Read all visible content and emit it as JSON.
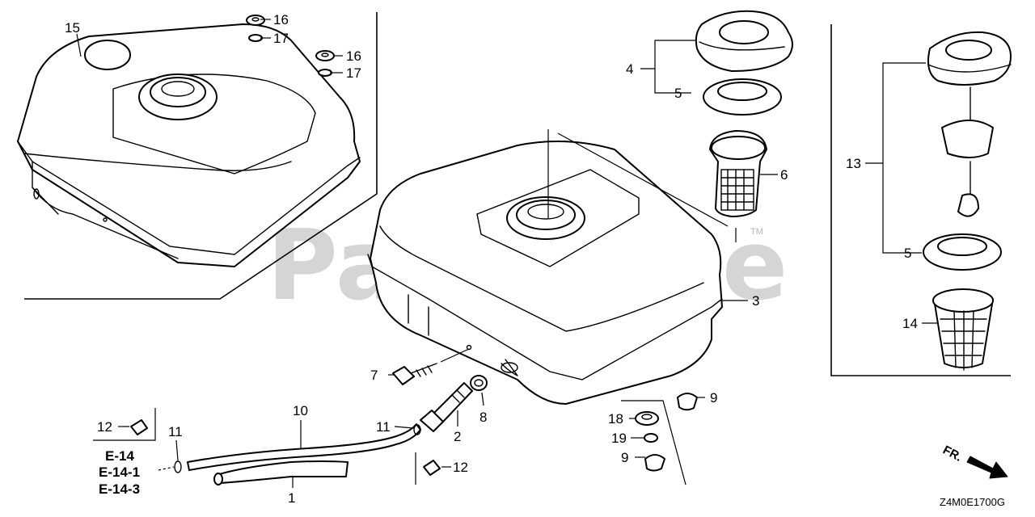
{
  "watermark": {
    "text": "PartsTree",
    "tm": "TM"
  },
  "diagram_code": "Z4M0E1700G",
  "direction": "FR.",
  "refs": [
    "E-14",
    "E-14-1",
    "E-14-3"
  ],
  "callouts": {
    "c15": "15",
    "c16a": "16",
    "c17a": "17",
    "c16b": "16",
    "c17b": "17",
    "c4": "4",
    "c5a": "5",
    "c6": "6",
    "c3": "3",
    "c13": "13",
    "c5b": "5",
    "c14": "14",
    "c7": "7",
    "c8": "8",
    "c2": "2",
    "c9a": "9",
    "c18": "18",
    "c19": "19",
    "c9b": "9",
    "c10": "10",
    "c11a": "11",
    "c11b": "11",
    "c12a": "12",
    "c12b": "12",
    "c1": "1"
  }
}
